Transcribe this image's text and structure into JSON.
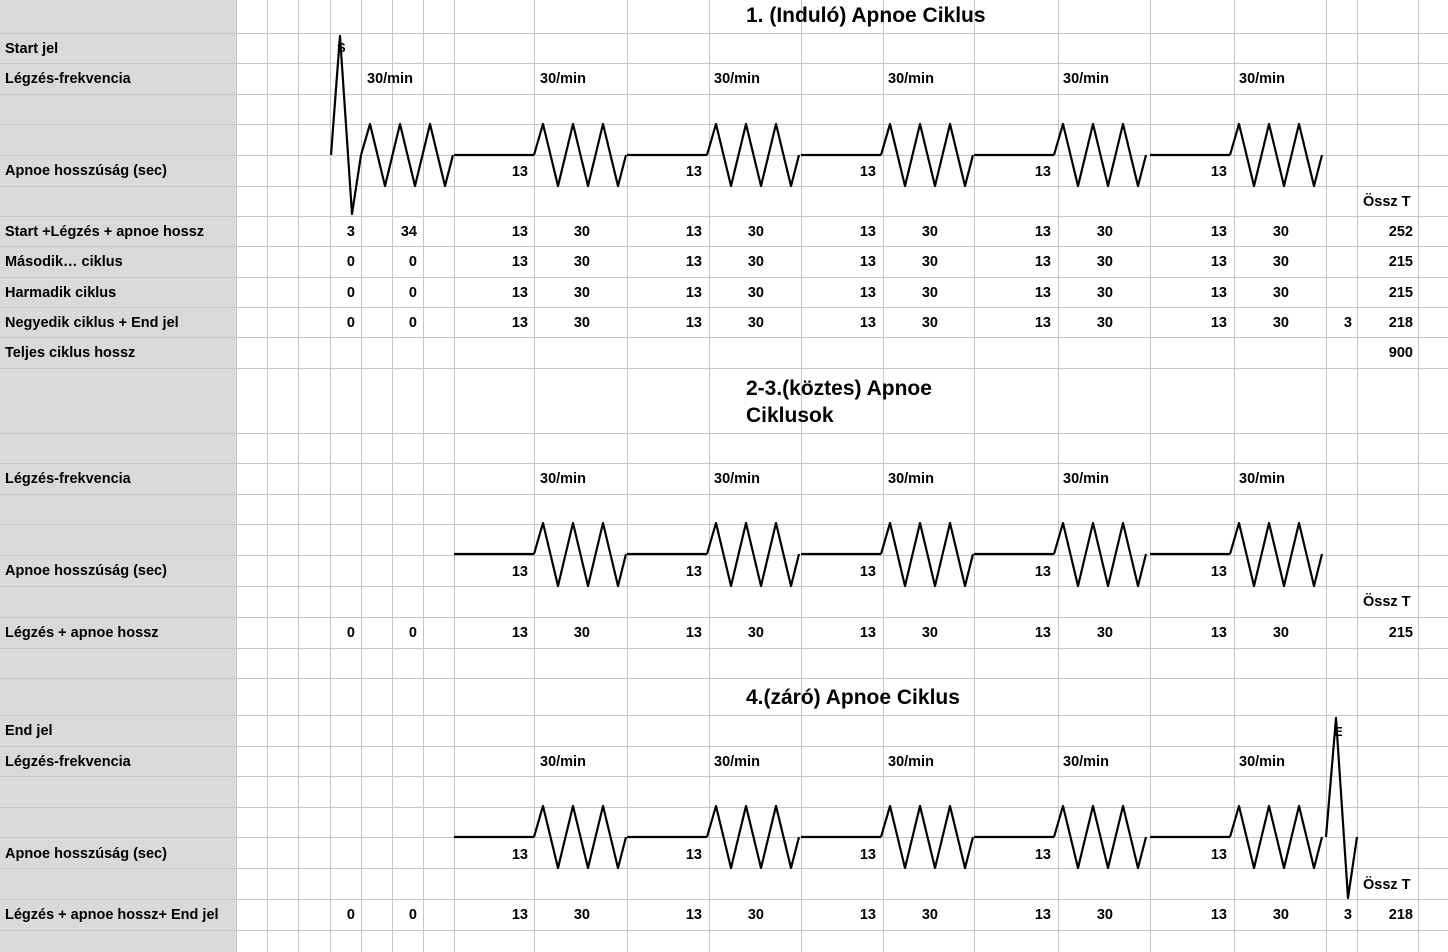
{
  "sections": [
    {
      "title": "1. (Induló) Apnoe Ciklus",
      "marker": "S",
      "rows": [
        {
          "label": "Start jel"
        },
        {
          "label": "Légzés-frekvencia",
          "rate_label": "30/min"
        },
        {
          "label": "Apnoe hosszúság (sec)",
          "apnea_value": "13"
        },
        {
          "label": "",
          "total_header": "Össz T"
        },
        {
          "label": "Start +Légzés + apnoe hossz",
          "cells": [
            "3",
            "34",
            "13",
            "30",
            "13",
            "30",
            "13",
            "30",
            "13",
            "30",
            "13",
            "30"
          ],
          "end_cell": "",
          "total": "252"
        },
        {
          "label": "Második… ciklus",
          "cells": [
            "0",
            "0",
            "13",
            "30",
            "13",
            "30",
            "13",
            "30",
            "13",
            "30",
            "13",
            "30"
          ],
          "end_cell": "",
          "total": "215"
        },
        {
          "label": "Harmadik ciklus",
          "cells": [
            "0",
            "0",
            "13",
            "30",
            "13",
            "30",
            "13",
            "30",
            "13",
            "30",
            "13",
            "30"
          ],
          "end_cell": "",
          "total": "215"
        },
        {
          "label": "Negyedik ciklus + End jel",
          "cells": [
            "0",
            "0",
            "13",
            "30",
            "13",
            "30",
            "13",
            "30",
            "13",
            "30",
            "13",
            "30"
          ],
          "end_cell": "3",
          "total": "218"
        },
        {
          "label": "Teljes ciklus hossz",
          "total": "900"
        }
      ]
    },
    {
      "title_lines": [
        "2-3.(köztes)  Apnoe",
        "Ciklusok"
      ],
      "rows": [
        {
          "label": "Légzés-frekvencia",
          "rate_label": "30/min"
        },
        {
          "label": "Apnoe hosszúság (sec)",
          "apnea_value": "13"
        },
        {
          "label": "",
          "total_header": "Össz T"
        },
        {
          "label": "Légzés + apnoe hossz",
          "cells": [
            "0",
            "0",
            "13",
            "30",
            "13",
            "30",
            "13",
            "30",
            "13",
            "30",
            "13",
            "30"
          ],
          "total": "215"
        }
      ]
    },
    {
      "title": "4.(záró) Apnoe Ciklus",
      "marker": "E",
      "rows": [
        {
          "label": "End jel"
        },
        {
          "label": "Légzés-frekvencia",
          "rate_label": "30/min"
        },
        {
          "label": "Apnoe hosszúság (sec)",
          "apnea_value": "13"
        },
        {
          "label": "",
          "total_header": "Össz T"
        },
        {
          "label": "Légzés + apnoe hossz+ End jel",
          "cells": [
            "0",
            "0",
            "13",
            "30",
            "13",
            "30",
            "13",
            "30",
            "13",
            "30",
            "13",
            "30"
          ],
          "end_cell": "3",
          "total": "218"
        }
      ]
    }
  ]
}
